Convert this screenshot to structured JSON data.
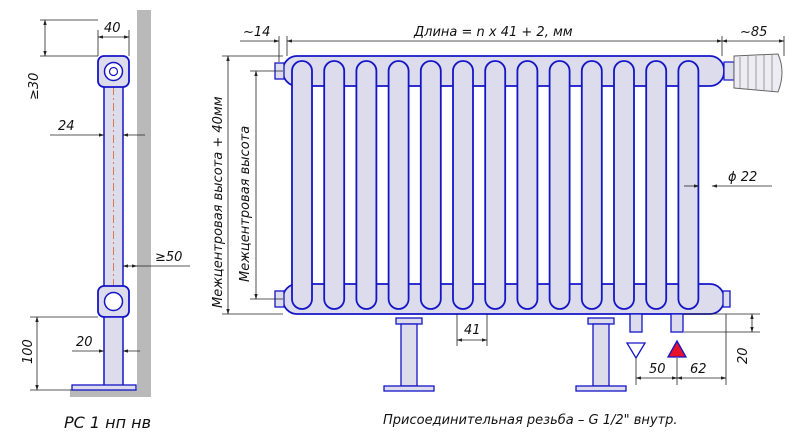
{
  "drawing": {
    "model_caption": "РС 1 нп нв",
    "thread_note": "Присоединительная резьба – G 1/2\" внутр.",
    "colors": {
      "outline": "#1515c8",
      "dimension": "#222222",
      "wall": "#b9b9b9",
      "fill": "#dcdcec",
      "valve_triangle": "#e8132a"
    }
  },
  "side_view": {
    "width_dim": "40",
    "top_gap_dim": "≥30",
    "pipe_dim": "24",
    "wall_gap_dim": "≥50",
    "bottom_width_dim": "20",
    "leg_height_dim": "100"
  },
  "front_view": {
    "length_formula": "Длина = n x 41 + 2, мм",
    "left_offset_dim": "~14",
    "right_offset_dim": "~85",
    "tube_diameter_dim": "ϕ 22",
    "pitch_dim": "41",
    "center_height_label": "Межцентровая высота",
    "overall_height_label": "Межцентровая высота + 40мм",
    "connection_gap_dim": "50",
    "connection_offset_dim": "62",
    "connection_height_dim": "20"
  }
}
